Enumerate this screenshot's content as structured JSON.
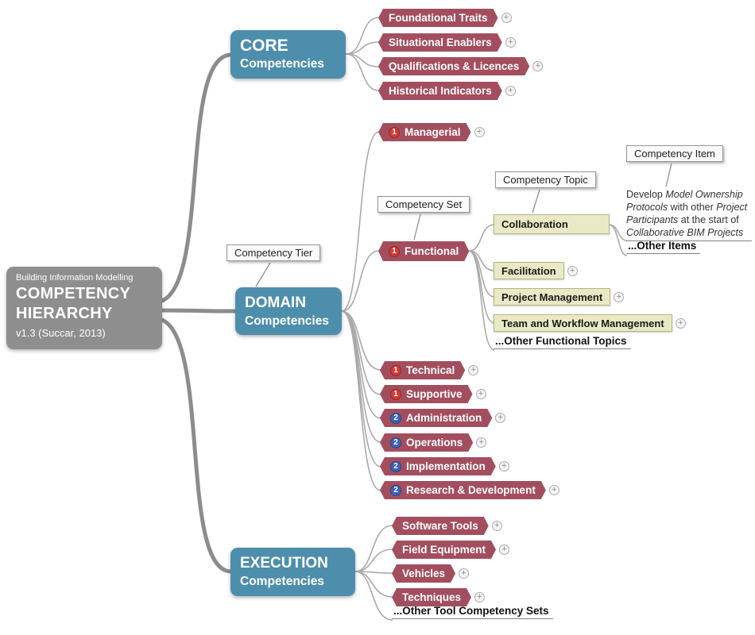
{
  "icons": {
    "plus": "+"
  },
  "colors": {
    "root_node": "#8e8e8e",
    "branch_node": "#4d8eac",
    "set_node": "#a34e5e",
    "topic_node": "#e9e9c6",
    "tier1_badge": "#d03c36",
    "tier2_badge": "#3f62b5"
  },
  "root": {
    "eyebrow": "Building Information Modelling",
    "title_line1": "COMPETENCY",
    "title_line2": "HIERARCHY",
    "version": "v1.3 (Succar, 2013)"
  },
  "callouts": {
    "tier": "Competency Tier",
    "set": "Competency Set",
    "topic": "Competency Topic",
    "item": "Competency Item"
  },
  "core": {
    "title": "CORE",
    "subtitle": "Competencies",
    "children": [
      {
        "label": "Foundational Traits"
      },
      {
        "label": "Situational Enablers"
      },
      {
        "label": "Qualifications & Licences"
      },
      {
        "label": "Historical Indicators"
      }
    ]
  },
  "domain": {
    "title": "DOMAIN",
    "subtitle": "Competencies",
    "sets": [
      {
        "label": "Managerial",
        "badge": "1"
      },
      {
        "label": "Functional",
        "badge": "1"
      },
      {
        "label": "Technical",
        "badge": "1"
      },
      {
        "label": "Supportive",
        "badge": "1"
      },
      {
        "label": "Administration",
        "badge": "2"
      },
      {
        "label": "Operations",
        "badge": "2"
      },
      {
        "label": "Implementation",
        "badge": "2"
      },
      {
        "label": "Research & Development",
        "badge": "2"
      }
    ],
    "functional_topics": [
      {
        "label": "Collaboration"
      },
      {
        "label": "Facilitation"
      },
      {
        "label": "Project Management"
      },
      {
        "label": "Team and Workflow Management"
      }
    ],
    "more_topics": "...Other Functional Topics",
    "collaboration": {
      "item": {
        "t1": "Develop ",
        "i1": "Model Ownership Protocols",
        "t2": " with other ",
        "i2": "Project Participants",
        "t3": " at the start of ",
        "i3": "Collaborative BIM Projects"
      },
      "more_items": "...Other Items"
    }
  },
  "execution": {
    "title": "EXECUTION",
    "subtitle": "Competencies",
    "children": [
      {
        "label": "Software Tools"
      },
      {
        "label": "Field Equipment"
      },
      {
        "label": "Vehicles"
      },
      {
        "label": "Techniques"
      }
    ],
    "more_sets": "...Other Tool Competency Sets"
  }
}
